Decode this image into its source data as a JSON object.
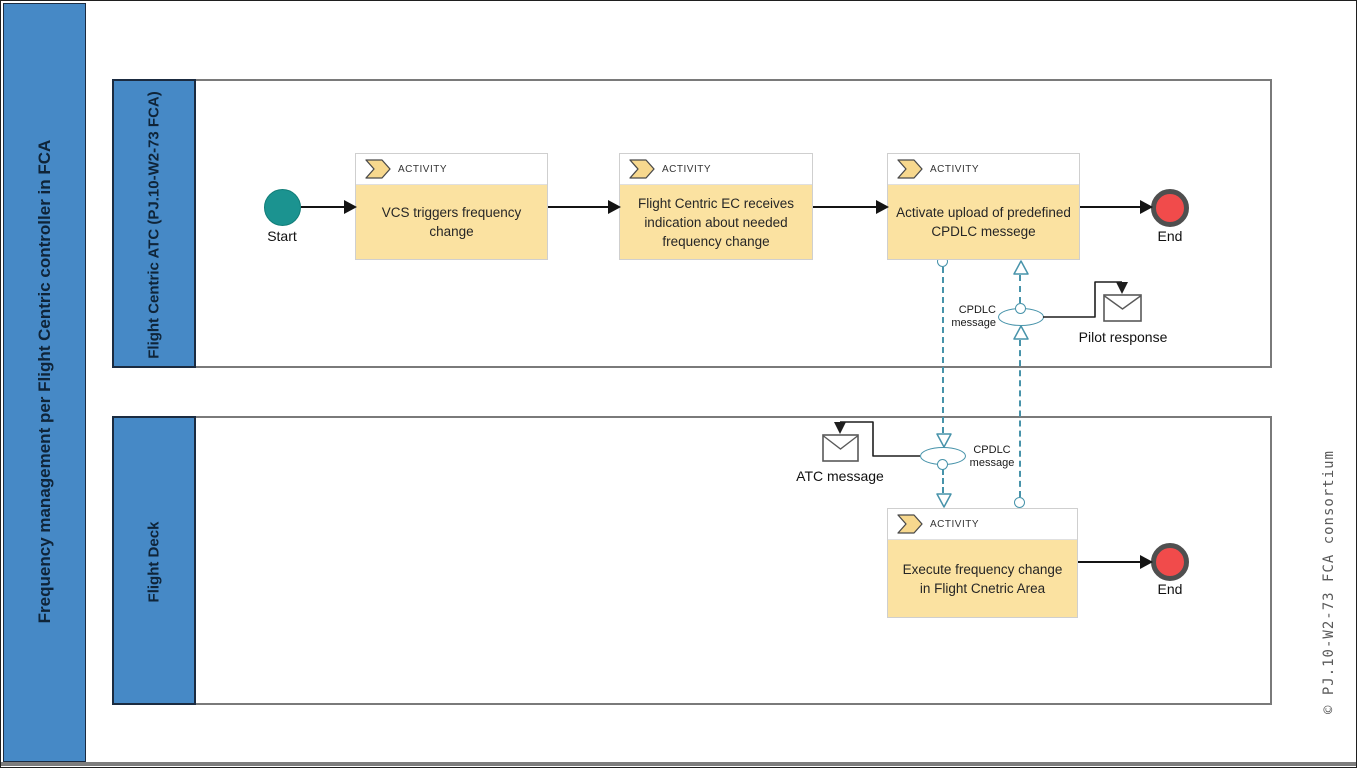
{
  "diagram": {
    "title": "Frequency management per Flight Centric controller in FCA",
    "copyright": "© PJ.10-W2-73 FCA consortium",
    "activity_tag": "ACTIVITY",
    "lanes": [
      {
        "label": "Flight Centric ATC (PJ.10-W2-73 FCA)"
      },
      {
        "label": "Flight Deck"
      }
    ],
    "events": {
      "start": "Start",
      "end": "End"
    },
    "activities": [
      {
        "label": "VCS triggers frequency change"
      },
      {
        "label": "Flight Centric EC receives indication about needed frequency change"
      },
      {
        "label": "Activate upload of predefined CPDLC messege"
      },
      {
        "label": "Execute frequency change in Flight Cnetric Area"
      }
    ],
    "messages": {
      "cpdlc": "CPDLC message",
      "atc": "ATC message",
      "pilot": "Pilot response"
    },
    "colors": {
      "lane_blue": "#4689c6",
      "lane_blue_border": "#1b2b40",
      "lane_border_gray": "#7a7a7a",
      "activity_fill": "#fbe2a1",
      "activity_icon_fill": "#f7d88e",
      "start_teal": "#1b9390",
      "end_red": "#f14b4b",
      "end_ring_gray": "#4f4f4f",
      "message_flow_teal": "#4793aa",
      "copyright_gray": "#595959"
    }
  }
}
